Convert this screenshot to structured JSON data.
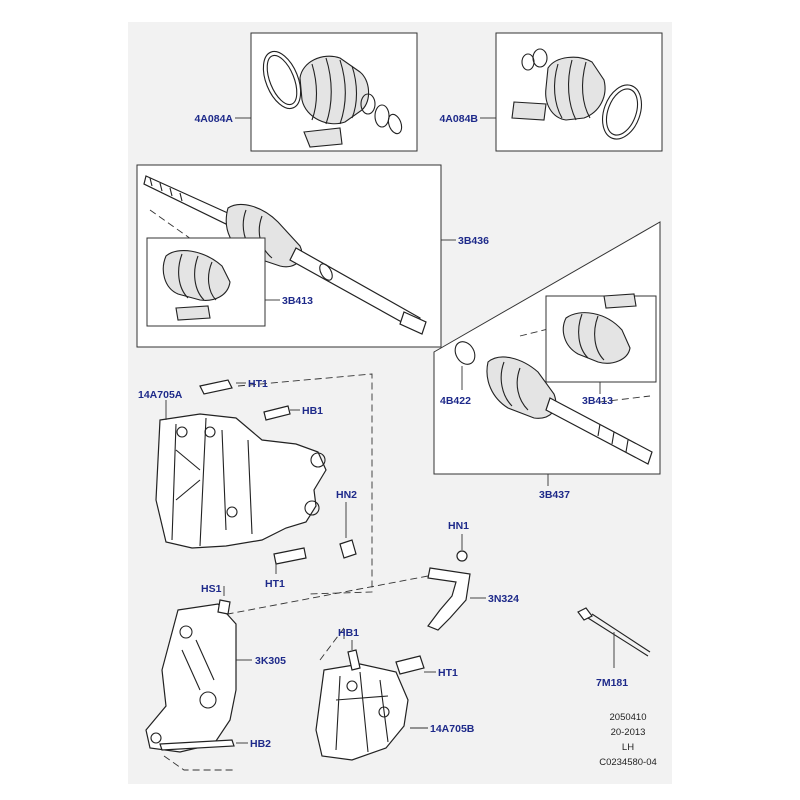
{
  "callouts": {
    "boot_kit_a": "4A084A",
    "boot_kit_b": "4A084B",
    "shaft_rh": "3B436",
    "inner_joint_rh": "3B413",
    "shaft_lh": "3B437",
    "inner_joint_lh": "3B413",
    "circlip": "4B422",
    "bracket_upper": "14A705A",
    "bolt_ht1_top": "HT1",
    "bolt_hb1_top": "HB1",
    "nut_hn2": "HN2",
    "bolt_ht1_mid": "HT1",
    "nut_hn1": "HN1",
    "heat_shield_clip": "3N324",
    "bolt_hs1": "HS1",
    "bearing_bracket": "3K305",
    "bolt_hb2": "HB2",
    "bolt_hb1_low": "HB1",
    "bolt_ht1_low": "HT1",
    "bracket_lower": "14A705B",
    "tie_strap": "7M181"
  },
  "meta": {
    "date_code": "2050410",
    "year_range": "20-2013",
    "side": "LH",
    "illustration_id": "C0234580-04"
  },
  "colors": {
    "callout": "#1e2a8a",
    "line": "#222222",
    "background": "#ffffff"
  }
}
